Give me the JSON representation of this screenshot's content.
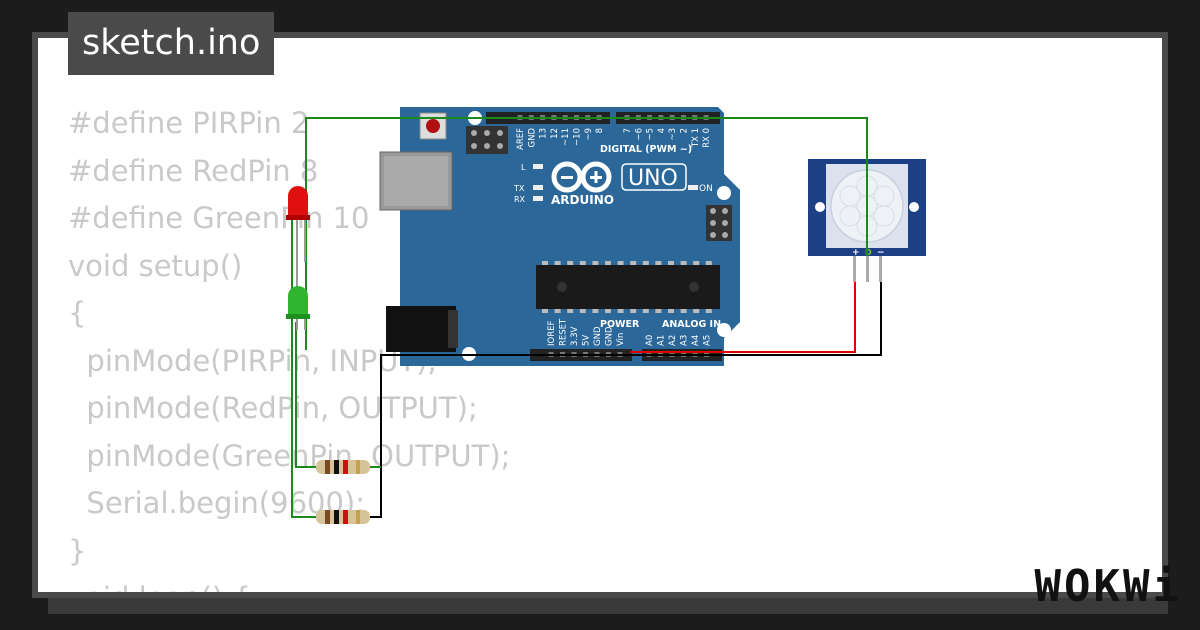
{
  "title": "sketch.ino",
  "code_lines": [
    "#define PIRPin 2",
    "#define RedPin 8",
    "#define GreenPin 10",
    "void setup()",
    "{",
    "  pinMode(PIRPin, INPUT);",
    "  pinMode(RedPin, OUTPUT);",
    "  pinMode(GreenPin, OUTPUT);",
    "  Serial.begin(9600);",
    "}",
    "void loop() {"
  ],
  "board": {
    "name": "UNO",
    "brand": "ARDUINO",
    "digital_label": "DIGITAL (PWM ~)",
    "power_label": "POWER",
    "analog_label": "ANALOG IN",
    "on_label": "ON",
    "l_label": "L",
    "tx_label": "TX",
    "rx_label": "RX",
    "digital_pins": [
      "AREF",
      "GND",
      "13",
      "12",
      "~11",
      "~10",
      "~9",
      "8",
      "7",
      "~6",
      "~5",
      "4",
      "~3",
      "2",
      "TX 1",
      "RX 0"
    ],
    "power_pins": [
      "IOREF",
      "RESET",
      "3.3V",
      "5V",
      "GND",
      "GND",
      "Vin"
    ],
    "analog_pins": [
      "A0",
      "A1",
      "A2",
      "A3",
      "A4",
      "A5"
    ]
  },
  "sensor": {
    "pin_plus": "+",
    "pin_d": "D",
    "pin_minus": "−"
  },
  "logo": "WOKWi",
  "colors": {
    "board": "#2b6799",
    "wire_green": "#1a8a1a",
    "wire_red": "#e00000",
    "wire_black": "#000000",
    "led_red": "#e01010",
    "led_green": "#2fb52f",
    "code_text": "#c9c9c9",
    "tab_bg": "#4a4a4a"
  }
}
